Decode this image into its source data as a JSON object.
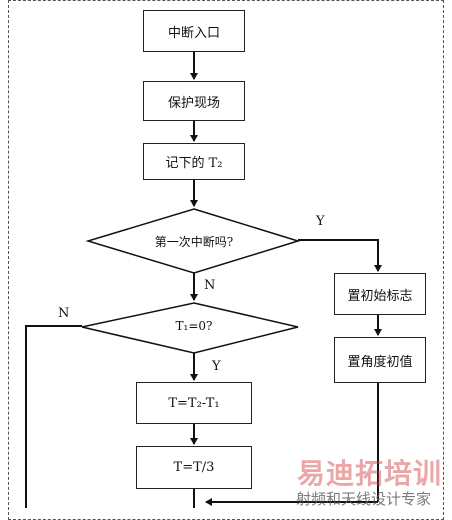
{
  "nodes": {
    "entry": "中断入口",
    "save_context": "保护现场",
    "record_t2": "记下的 T₂",
    "first_interrupt_q": "第一次中断吗?",
    "t1_zero_q": "T₁=0?",
    "compute_t": "T=T₂-T₁",
    "divide_t": "T=T/3",
    "set_flag": "置初始标志",
    "set_angle": "置角度初值"
  },
  "edge_labels": {
    "first_yes": "Y",
    "first_no": "N",
    "t1_no": "N",
    "t1_yes": "Y"
  },
  "watermark": {
    "logo": "易迪拓培训",
    "tagline": "射频和天线设计专家"
  }
}
